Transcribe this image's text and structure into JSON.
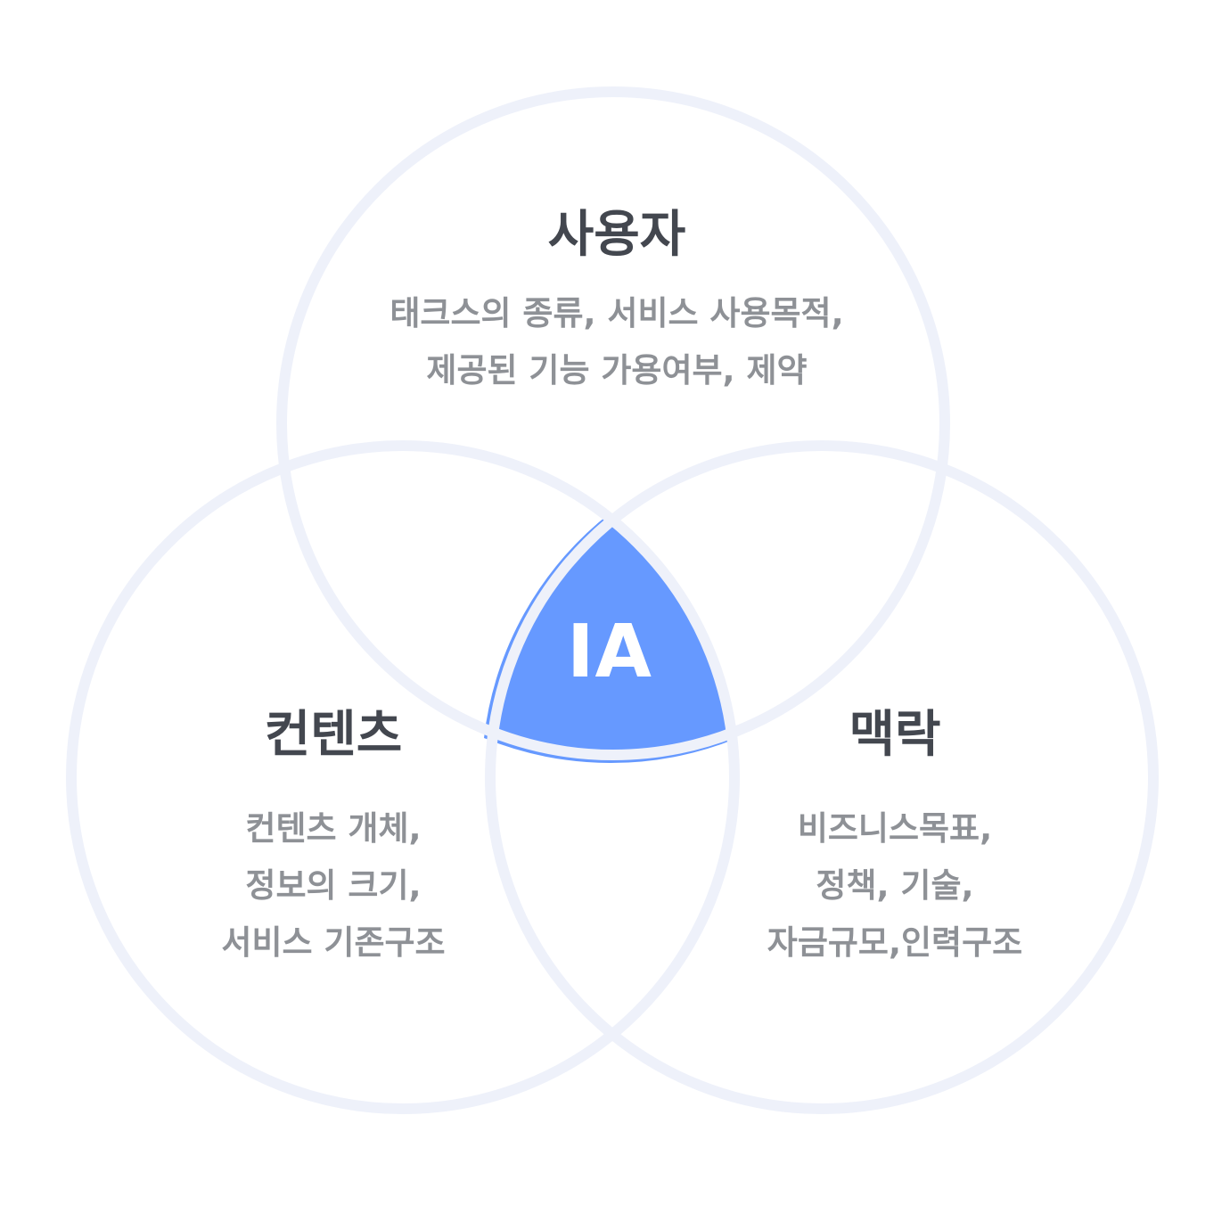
{
  "center": {
    "label": "IA",
    "color": "#6699ff"
  },
  "circle_stroke_color": "#eef1fa",
  "sets": {
    "user": {
      "title": "사용자",
      "lines": [
        "태크스의 종류, 서비스 사용목적,",
        "제공된 기능 가용여부, 제약"
      ]
    },
    "content": {
      "title": "컨텐츠",
      "lines": [
        "컨텐츠 개체,",
        "정보의 크기,",
        "서비스 기존구조"
      ]
    },
    "context": {
      "title": "맥락",
      "lines": [
        "비즈니스목표,",
        "정책, 기술,",
        "자금규모,인력구조"
      ]
    }
  }
}
